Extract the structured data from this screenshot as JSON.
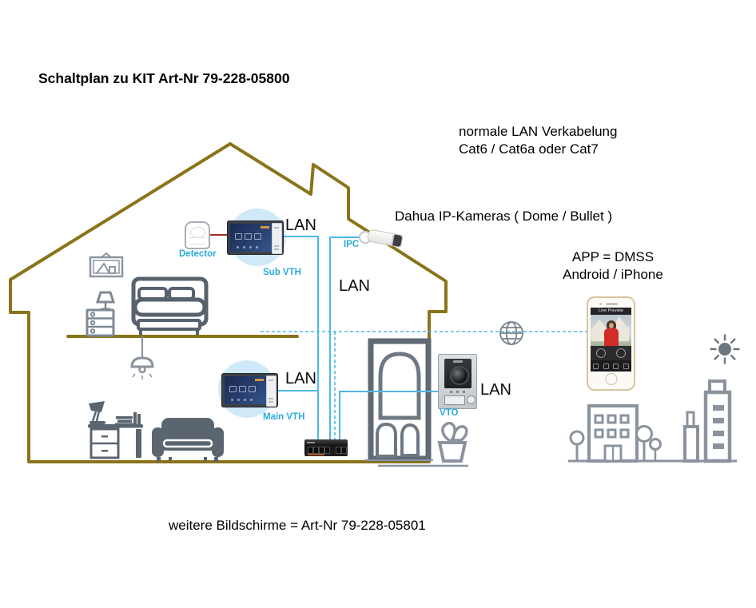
{
  "title": "Schaltplan zu KIT Art-Nr 79-228-05800",
  "annotations": {
    "lan_info": [
      "normale LAN Verkabelung",
      "Cat6 / Cat6a oder Cat7"
    ],
    "cameras": "Dahua IP-Kameras ( Dome / Bullet )",
    "app": [
      "APP = DMSS",
      "Android / iPhone"
    ],
    "bottom": "weitere Bildschirme = Art-Nr 79-228-05801"
  },
  "lan_labels": {
    "sub_vth": "LAN",
    "ipc": "LAN",
    "main_vth": "LAN",
    "vto": "LAN"
  },
  "device_labels": {
    "detector": "Detector",
    "sub_vth": "Sub VTH",
    "main_vth": "Main VTH",
    "ipc": "IPC",
    "vto": "VTO"
  },
  "phone": {
    "app_title": "Live Preview"
  },
  "colors": {
    "house_outline": "#8a741a",
    "lan_line": "#4db8e8",
    "detector_line": "#9e2f28",
    "device_label": "#29abdc",
    "furniture_fill": "#5b6570",
    "furniture_stroke": "#57626d",
    "light_outline": "#8a939e",
    "door_stroke": "#5f6a74",
    "vth_halo": "#cfe9f8",
    "text": "#000000"
  }
}
